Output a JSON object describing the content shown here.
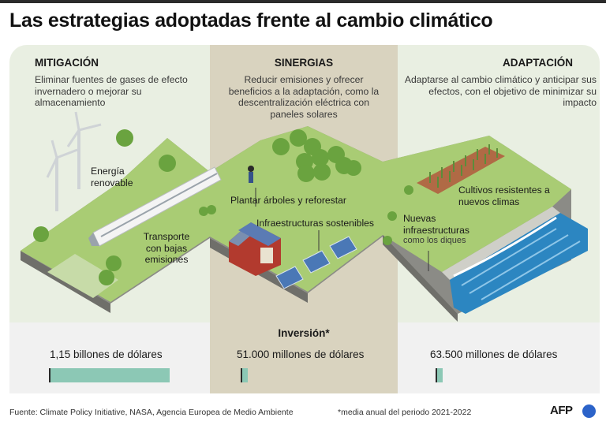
{
  "title": "Las estrategias adoptadas frente al cambio climático",
  "columns": {
    "mitigacion": {
      "heading": "MITIGACIÓN",
      "description": "Eliminar fuentes de gases de efecto invernadero o mejorar su almacenamiento",
      "labels": {
        "energia": "Energía renovable",
        "transporte": "Transporte con bajas emisiones"
      }
    },
    "sinergias": {
      "heading": "SINERGIAS",
      "description": "Reducir emisiones y ofrecer beneficios a la adaptación, como la descentralización eléctrica con paneles solares",
      "labels": {
        "plantar": "Plantar árboles y reforestar",
        "infra": "Infraestructuras sostenibles"
      }
    },
    "adaptacion": {
      "heading": "ADAPTACIÓN",
      "description": "Adaptarse al cambio climático y anticipar sus efectos, con el objetivo de minimizar su impacto",
      "labels": {
        "cultivos": "Cultivos resistentes a nuevos climas",
        "nuevas": "Nuevas infraestructuras",
        "diques": "como los diques"
      }
    }
  },
  "investment": {
    "title": "Inversión*",
    "items": [
      {
        "amount_text": "1,15 billones de dólares",
        "value_usd": 1150000000000
      },
      {
        "amount_text": "51.000 millones de dólares",
        "value_usd": 51000000000
      },
      {
        "amount_text": "63.500 millones de dólares",
        "value_usd": 63500000000
      }
    ]
  },
  "footer": {
    "source": "Fuente: Climate Policy Initiative, NASA, Agencia Europea de Medio Ambiente",
    "note": "*media anual del periodo 2021-2022",
    "logo": "AFP"
  },
  "colors": {
    "grass": "#a9cc74",
    "grass_dark": "#8dae5a",
    "water": "#2c86c1",
    "bar": "#8cc8b5",
    "sinergia_bg": "#d9d3bf"
  }
}
